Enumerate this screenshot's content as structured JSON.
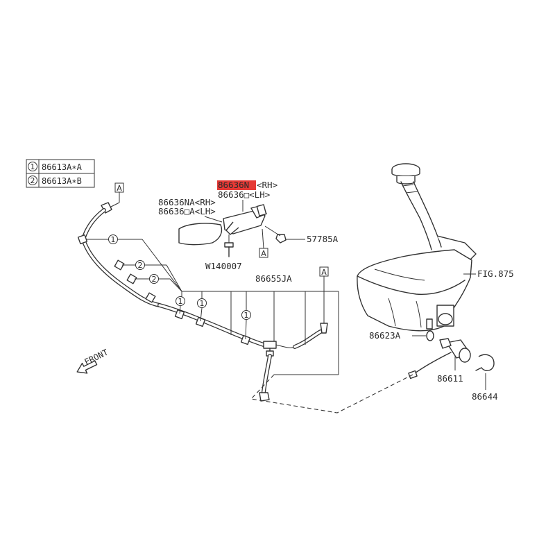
{
  "legend": [
    {
      "num": "1",
      "text": "86613A∗A"
    },
    {
      "num": "2",
      "text": "86613A∗B"
    }
  ],
  "ref_letter": "A",
  "parts": {
    "highlight": {
      "code": "86636N",
      "side": "<RH>",
      "color": "#e53935"
    },
    "lh_main": "86636□<LH>",
    "na_rh": "86636NA<RH>",
    "na_lh": "86636□A<LH>",
    "screw": "57785A",
    "clip": "W140007",
    "tube": "86655JA",
    "tank_fig": "FIG.875",
    "grommet": "86623A",
    "pump": "86611",
    "bracket": "86644"
  },
  "direction": "FRONT"
}
